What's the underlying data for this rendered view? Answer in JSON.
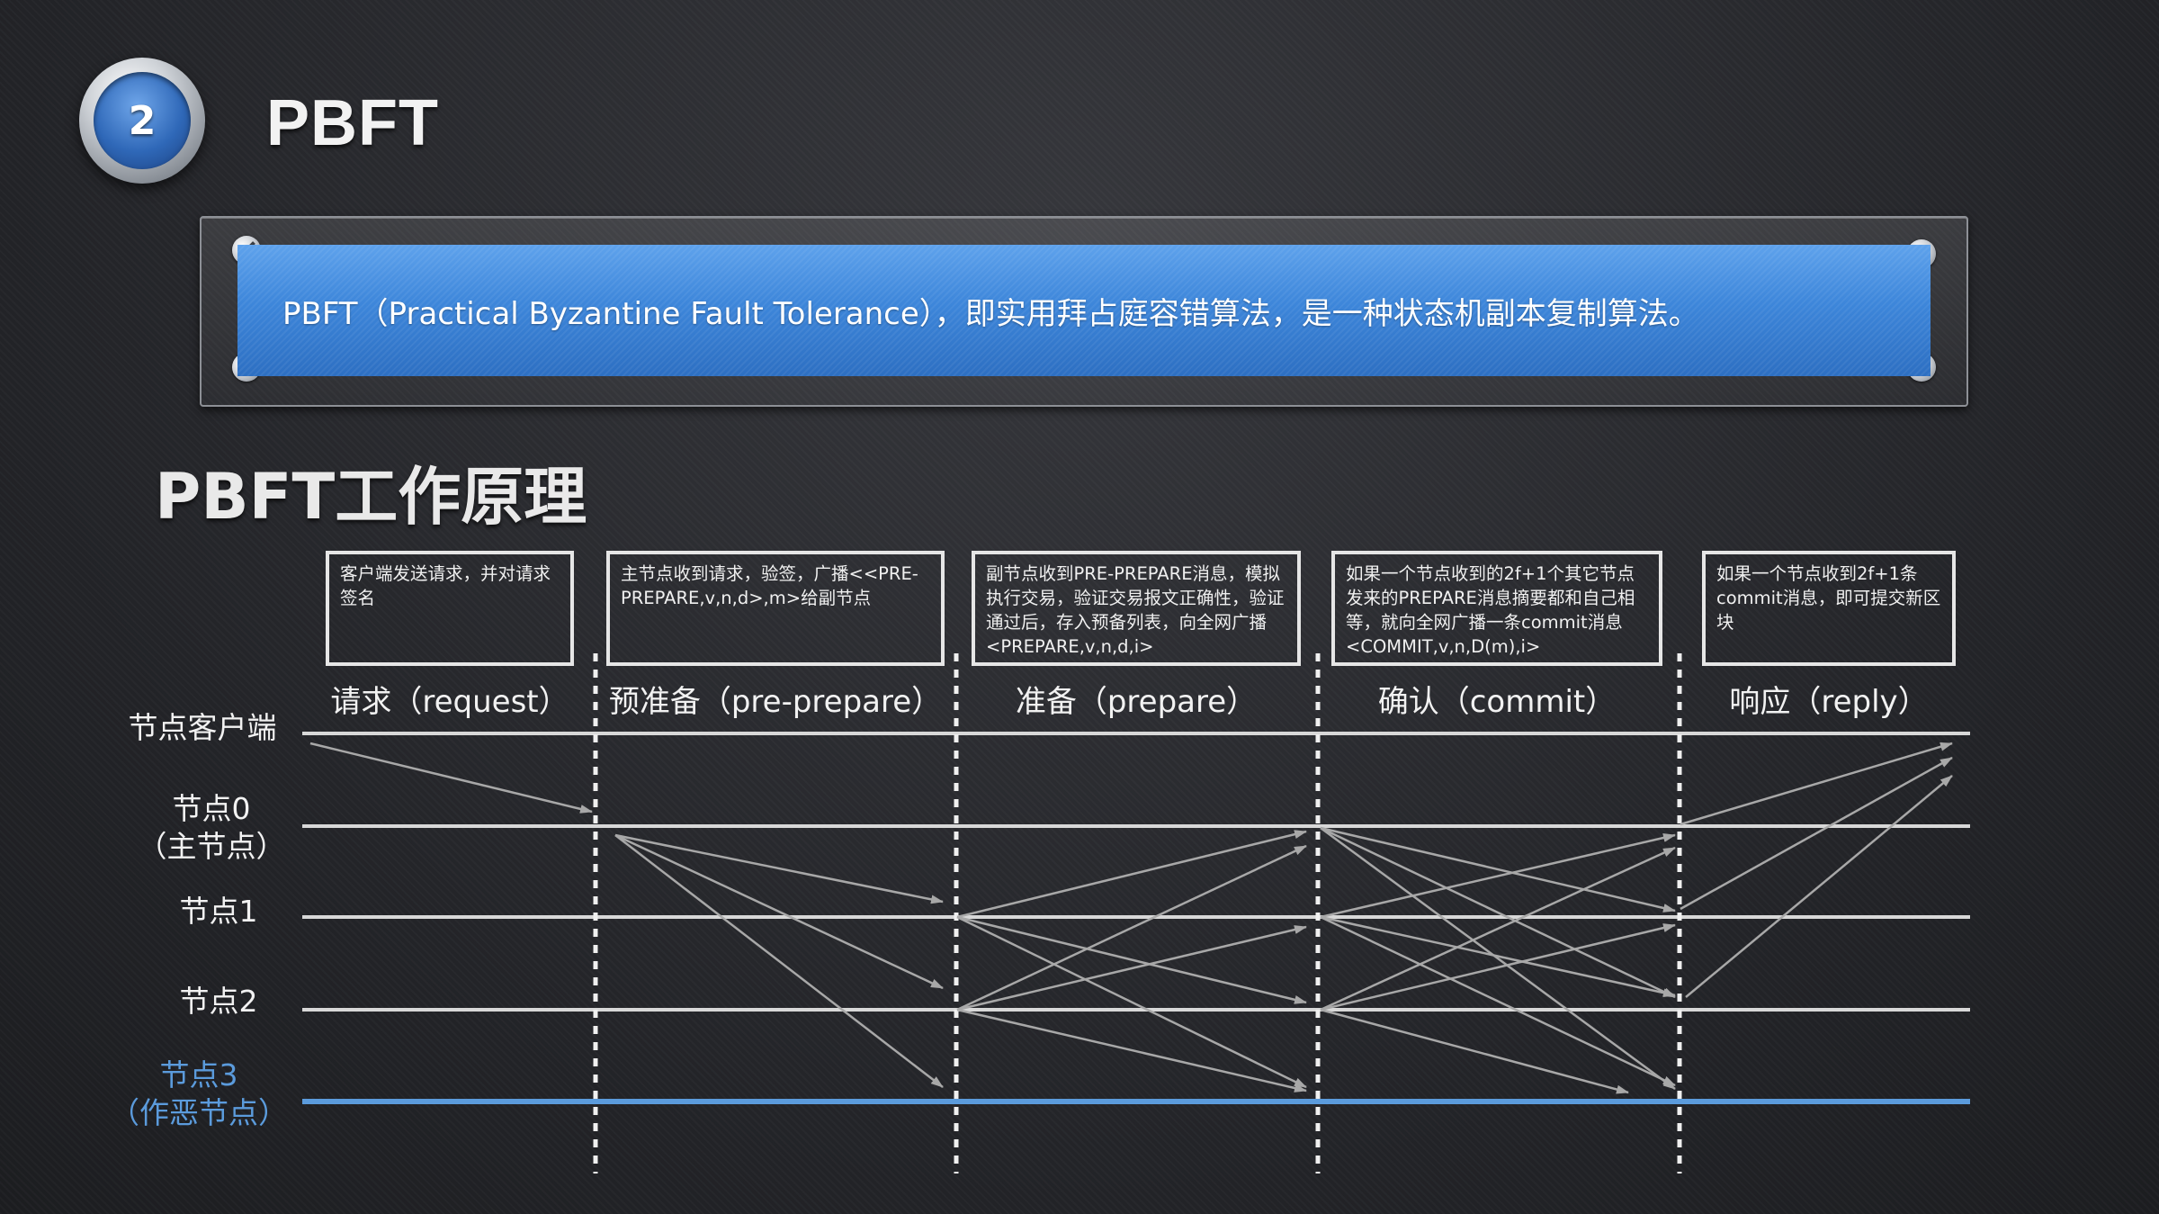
{
  "badge": {
    "number": "2"
  },
  "page_title": "PBFT",
  "definition": "PBFT（Practical Byzantine Fault Tolerance），即实用拜占庭容错算法，是一种状态机副本复制算法。",
  "section_title": "PBFT工作原理",
  "phases": [
    {
      "label": "请求（request）",
      "description": "客户端发送请求，并对请求签名"
    },
    {
      "label": "预准备（pre-prepare）",
      "description": "主节点收到请求，验签，广播<<PRE-PREPARE,v,n,d>,m>给副节点"
    },
    {
      "label": "准备（prepare）",
      "description": "副节点收到PRE-PREPARE消息，模拟执行交易，验证交易报文正确性，验证通过后，存入预备列表，向全网广播<PREPARE,v,n,d,i>"
    },
    {
      "label": "确认（commit）",
      "description": "如果一个节点收到的2f+1个其它节点发来的PREPARE消息摘要都和自己相等，就向全网广播一条commit消息<COMMIT,v,n,D(m),i>"
    },
    {
      "label": "响应（reply）",
      "description": "如果一个节点收到2f+1条commit消息，即可提交新区块"
    }
  ],
  "nodes": [
    {
      "line1": "节点客户端",
      "line2": ""
    },
    {
      "line1": "节点0",
      "line2": "（主节点）"
    },
    {
      "line1": "节点1",
      "line2": ""
    },
    {
      "line1": "节点2",
      "line2": ""
    },
    {
      "line1": "节点3",
      "line2": "（作恶节点）"
    }
  ],
  "colors": {
    "accent_blue": "#3d86da",
    "faulty_node": "#5b9bdc",
    "line": "#d8d8d8",
    "arrow": "#a8a8a8"
  }
}
